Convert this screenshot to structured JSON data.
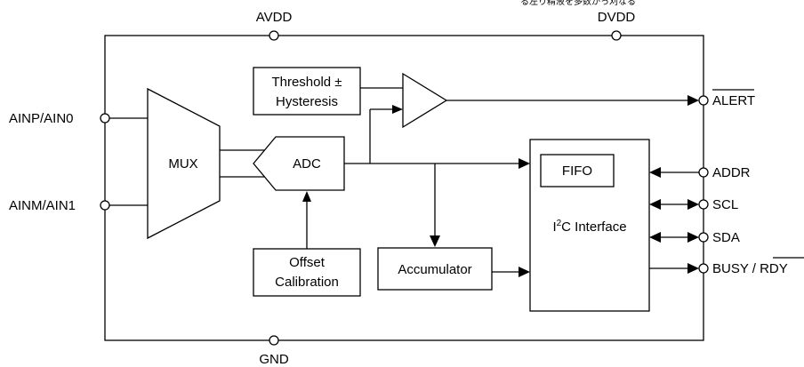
{
  "top_text": "る左り精液を多数かっ刈なる",
  "pins": {
    "avdd": "AVDD",
    "dvdd": "DVDD",
    "gnd": "GND",
    "ainp": "AINP/AIN0",
    "ainm": "AINM/AIN1",
    "alert": "ALERT",
    "addr": "ADDR",
    "scl": "SCL",
    "sda": "SDA",
    "busy": "BUSY / ",
    "rdy": "RDY"
  },
  "blocks": {
    "threshold_line1": "Threshold ±",
    "threshold_line2": "Hysteresis",
    "mux": "MUX",
    "adc": "ADC",
    "offset_line1": "Offset",
    "offset_line2": "Calibration",
    "accumulator": "Accumulator",
    "fifo": "FIFO",
    "i2c_pre": "I",
    "i2c_sup": "2",
    "i2c_post": "C Interface"
  }
}
